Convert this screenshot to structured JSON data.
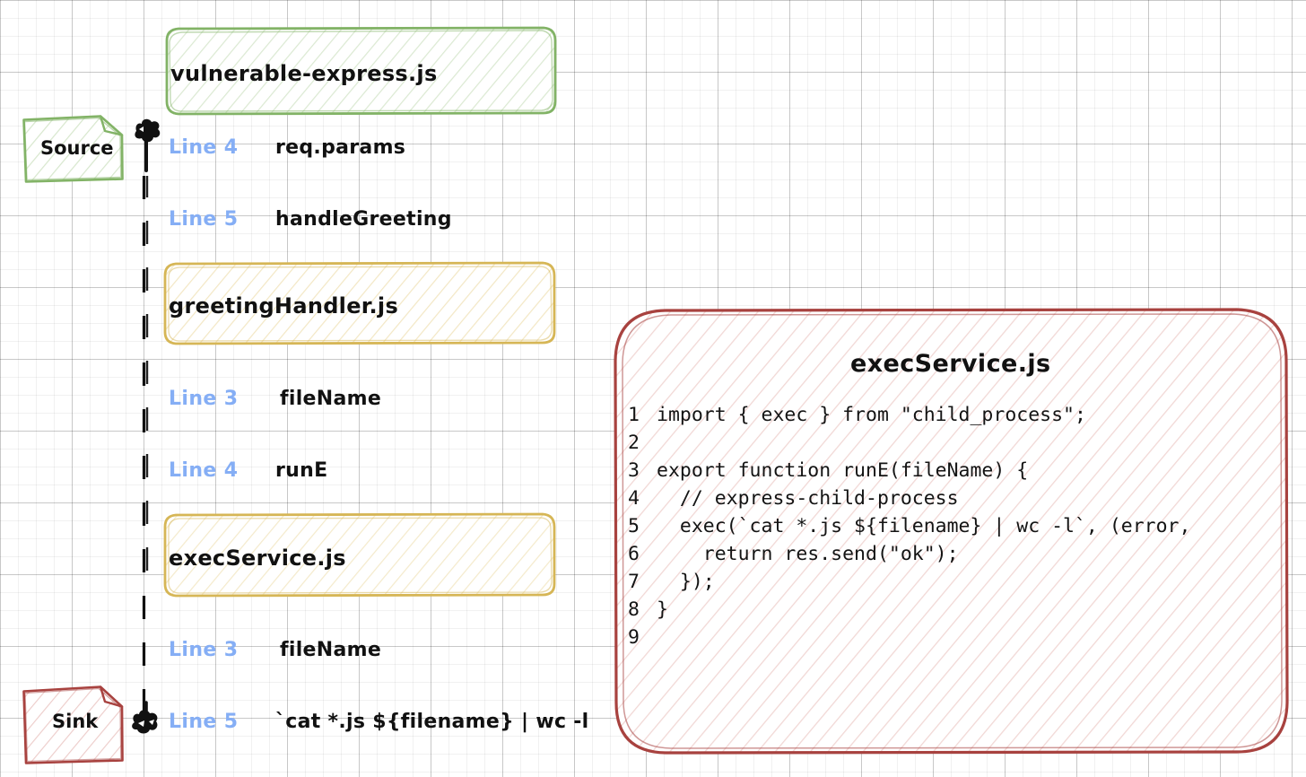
{
  "diagram": {
    "type": "taint-flow",
    "source_node": {
      "label": "Source",
      "color": "#82B366"
    },
    "sink_node": {
      "label": "Sink",
      "color": "#A8423F"
    },
    "file_boxes": [
      {
        "name": "vulnerable-express.js",
        "color": "#82B366",
        "fill": "#EAF3E4"
      },
      {
        "name": "greetingHandler.js",
        "color": "#D6B656",
        "fill": "#FCF6E0"
      },
      {
        "name": "execService.js",
        "color": "#D6B656",
        "fill": "#FCF6E0"
      }
    ],
    "steps": [
      {
        "line_label": "Line 4",
        "symbol": "req.params"
      },
      {
        "line_label": "Line 5",
        "symbol": "handleGreeting"
      },
      {
        "line_label": "Line 3",
        "symbol": "fileName"
      },
      {
        "line_label": "Line 4",
        "symbol": "runE"
      },
      {
        "line_label": "Line 3",
        "symbol": "fileName"
      },
      {
        "line_label": "Line 5",
        "symbol": "`cat *.js ${filename} | wc -l"
      }
    ],
    "line_label_color": "#85AEF5"
  },
  "code_panel": {
    "title": "execService.js",
    "border_color": "#A8423F",
    "fill_color": "#FBEFEE",
    "lines": [
      {
        "no": "1",
        "text": "import { exec } from \"child_process\";"
      },
      {
        "no": "2",
        "text": ""
      },
      {
        "no": "3",
        "text": "export function runE(fileName) {"
      },
      {
        "no": "4",
        "text": "  // express-child-process"
      },
      {
        "no": "5",
        "text": "  exec(`cat *.js ${filename} | wc -l`, (error,"
      },
      {
        "no": "6",
        "text": "    return res.send(\"ok\");"
      },
      {
        "no": "7",
        "text": "  });"
      },
      {
        "no": "8",
        "text": "}"
      },
      {
        "no": "9",
        "text": ""
      }
    ]
  }
}
